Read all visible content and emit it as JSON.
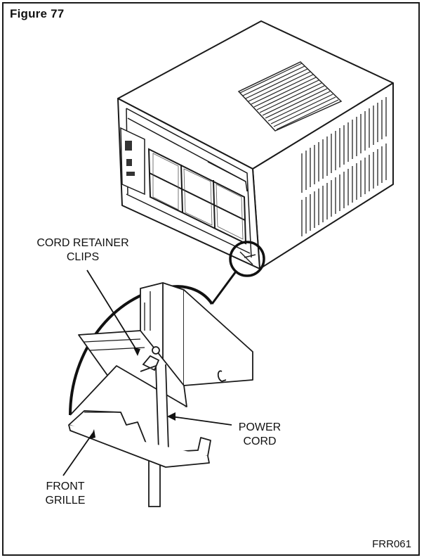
{
  "figure_title": "Figure 77",
  "figure_code": "FRR061",
  "labels": {
    "cord_retainer_line1": "CORD RETAINER",
    "cord_retainer_line2": "CLIPS",
    "power_line1": "POWER",
    "power_line2": "CORD",
    "front_line1": "FRONT",
    "front_line2": "GRILLE"
  }
}
